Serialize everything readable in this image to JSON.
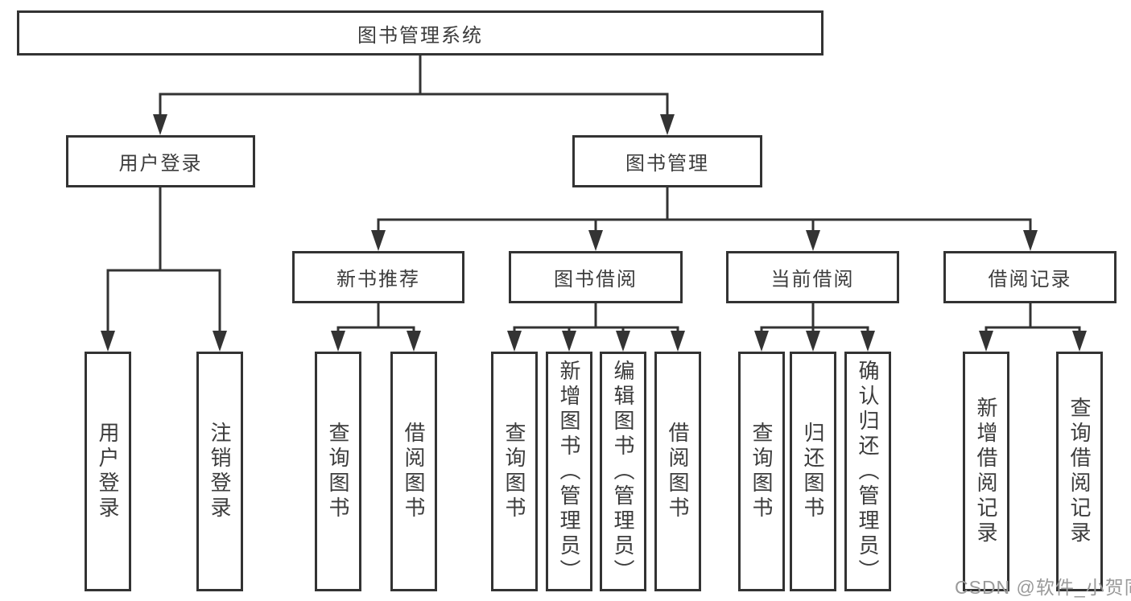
{
  "diagram": {
    "title_node": "图书管理系统",
    "tree": {
      "root": {
        "label": "图书管理系统",
        "children": [
          {
            "label": "用户登录",
            "children": [
              {
                "label": "用户登录"
              },
              {
                "label": "注销登录"
              }
            ]
          },
          {
            "label": "图书管理",
            "children": [
              {
                "label": "新书推荐",
                "children": [
                  {
                    "label": "查询图书"
                  },
                  {
                    "label": "借阅图书"
                  }
                ]
              },
              {
                "label": "图书借阅",
                "children": [
                  {
                    "label": "查询图书"
                  },
                  {
                    "label": "新增图书（管理员）"
                  },
                  {
                    "label": "编辑图书（管理员）"
                  },
                  {
                    "label": "借阅图书"
                  }
                ]
              },
              {
                "label": "当前借阅",
                "children": [
                  {
                    "label": "查询图书"
                  },
                  {
                    "label": "归还图书"
                  },
                  {
                    "label": "确认归还（管理员）"
                  }
                ]
              },
              {
                "label": "借阅记录",
                "children": [
                  {
                    "label": "新增借阅记录"
                  },
                  {
                    "label": "查询借阅记录"
                  }
                ]
              }
            ]
          }
        ]
      }
    },
    "watermark": "CSDN @软件_小贺同学",
    "colors": {
      "line": "#333333",
      "box_border": "#333333",
      "text": "#3c3c3c",
      "watermark": "#9a9a9a",
      "background": "#ffffff"
    }
  }
}
